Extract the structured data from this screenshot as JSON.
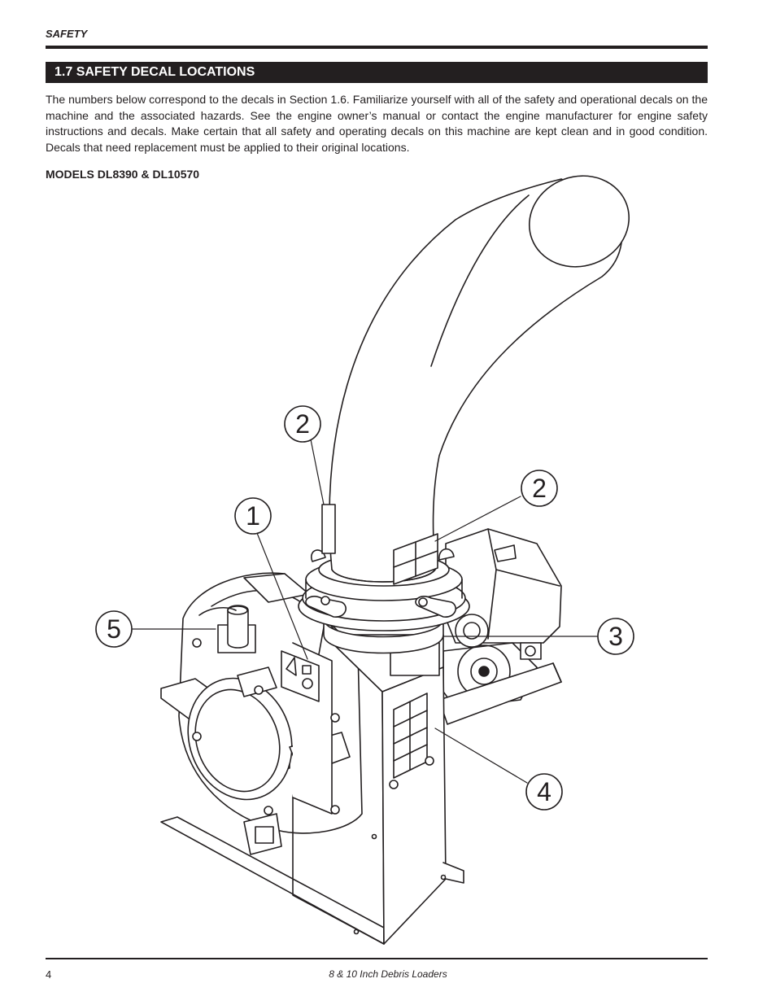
{
  "header": {
    "running_head": "SAFETY",
    "section_title": "1.7  SAFETY DECAL LOCATIONS"
  },
  "body": {
    "intro": "The numbers below correspond to the decals in Section 1.6.  Familiarize yourself with all of the safety and operational decals on the machine and the associated hazards.  See the engine owner’s manual or contact the engine manufacturer for engine safety instructions and decals.  Make certain that all safety and operating decals on this machine are kept clean and in good condition. Decals that need replacement must be applied to their original locations.",
    "models_heading": "MODELS DL8390 & DL10570"
  },
  "figure": {
    "callouts": [
      "2",
      "2",
      "1",
      "5",
      "3",
      "4"
    ]
  },
  "footer": {
    "page_number": "4",
    "title": "8 & 10 Inch Debris Loaders"
  }
}
